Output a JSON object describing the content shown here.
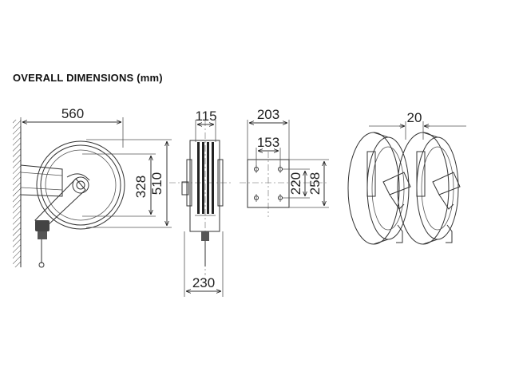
{
  "title": "OVERALL DIMENSIONS (mm)",
  "dimensions": {
    "side_width": "560",
    "side_inner_height": "328",
    "side_height": "510",
    "front_width_top": "115",
    "front_width_bottom": "230",
    "plate_width": "203",
    "plate_hole_spacing": "153",
    "plate_hole_height": "220",
    "plate_height": "258",
    "double_spacing": "20"
  }
}
